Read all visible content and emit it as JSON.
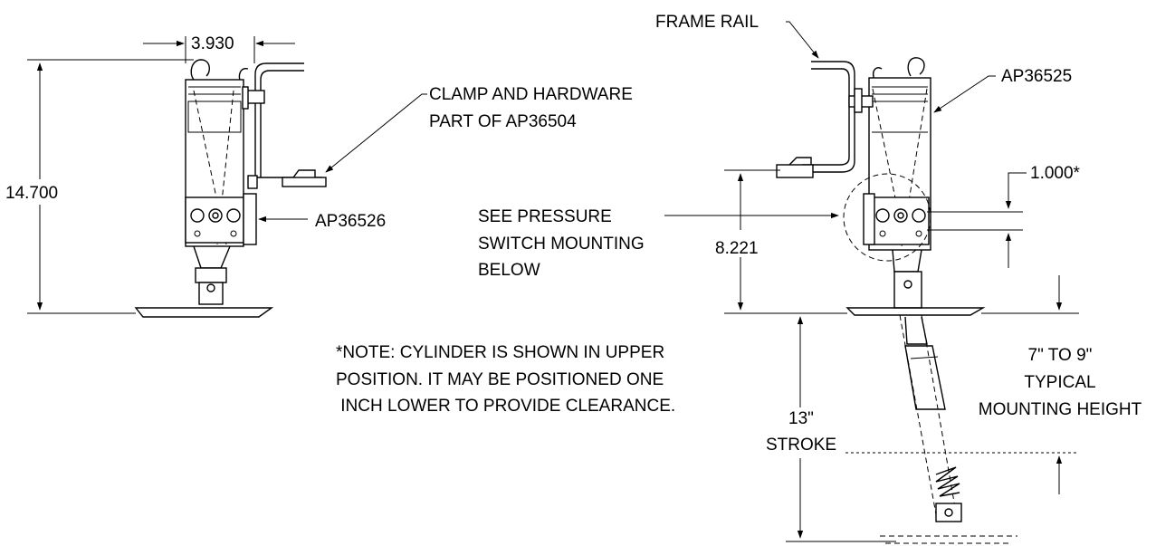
{
  "labels": {
    "dim_width": "3.930",
    "dim_height": "14.700",
    "frame_rail": "FRAME RAIL",
    "clamp_line1": "CLAMP AND HARDWARE",
    "clamp_line2": "PART OF AP36504",
    "part_ap36526": "AP36526",
    "part_ap36525": "AP36525",
    "dim_1000": "1.000*",
    "see_line1": "SEE PRESSURE",
    "see_line2": "SWITCH MOUNTING",
    "see_line3": "BELOW",
    "dim_8221": "8.221",
    "note_line1": "*NOTE:  CYLINDER IS SHOWN IN UPPER",
    "note_line2": "POSITION.  IT MAY BE POSITIONED ONE",
    "note_line3": " INCH LOWER TO PROVIDE CLEARANCE.",
    "mount_line1": "7\" TO 9\"",
    "mount_line2": "TYPICAL",
    "mount_line3": "MOUNTING HEIGHT",
    "stroke_line1": "13\"",
    "stroke_line2": "STROKE"
  }
}
